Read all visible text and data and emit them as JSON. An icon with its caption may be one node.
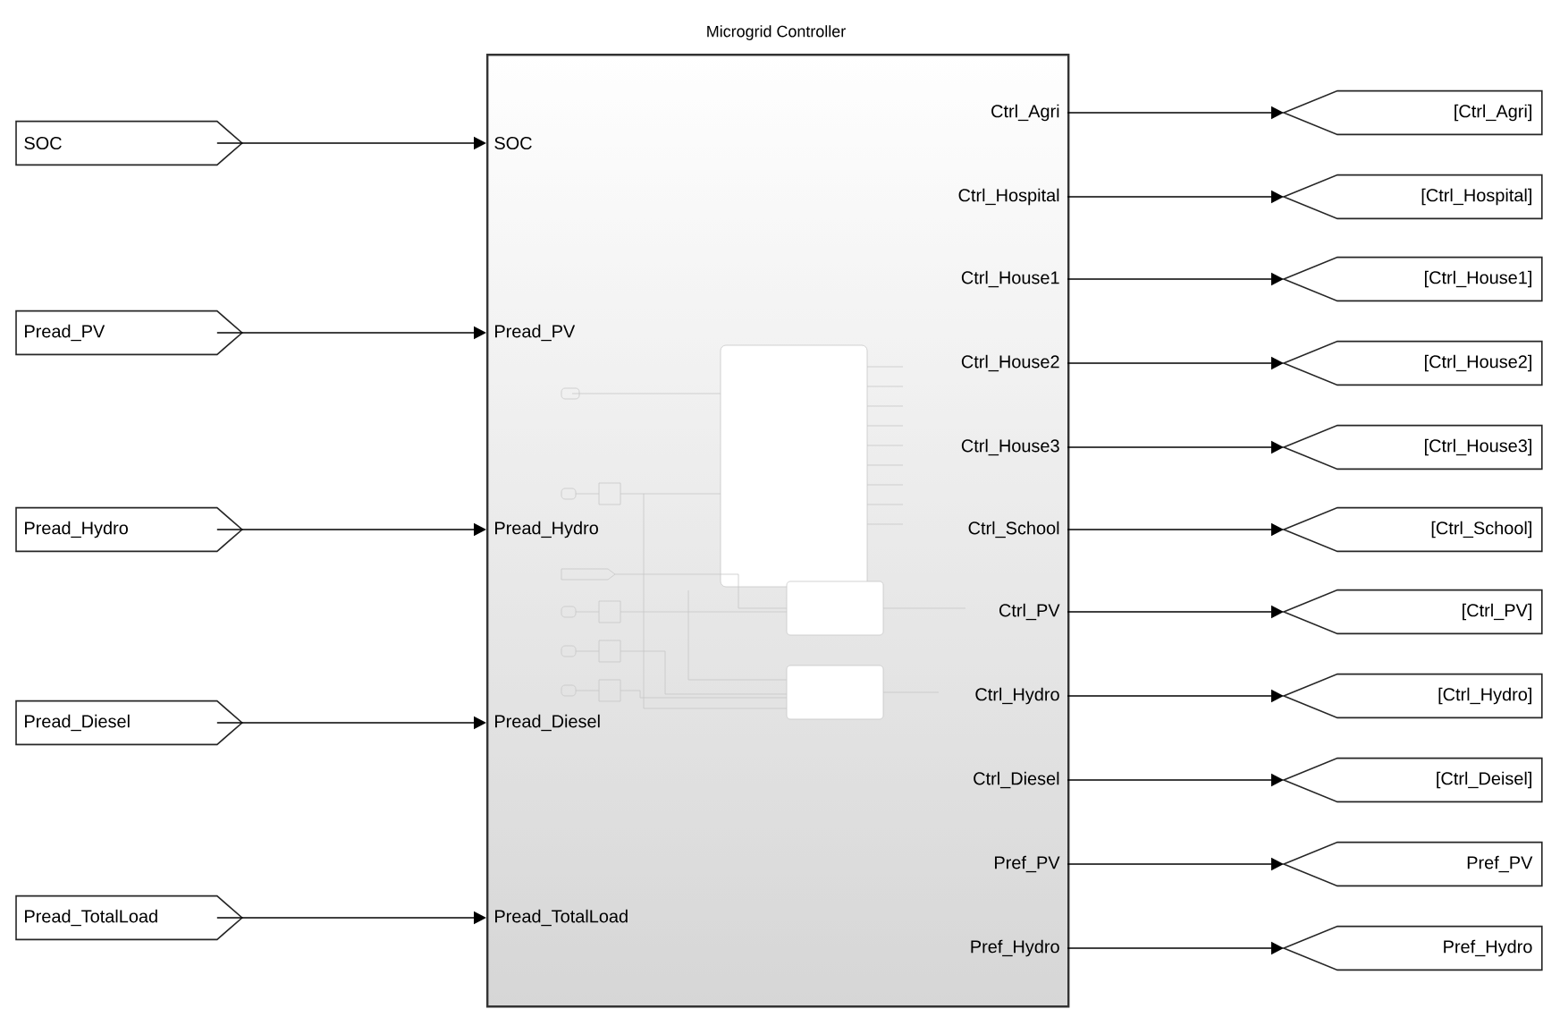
{
  "diagram": {
    "nodes": [
      {
        "text": [
          "Microgrid Controller"
        ]
      },
      {
        "text": [
          "SOC"
        ]
      },
      {
        "text": [
          "Pread_PV"
        ]
      },
      {
        "text": [
          "Pread_Hydro"
        ]
      },
      {
        "text": [
          "Pread_Diesel"
        ]
      },
      {
        "text": [
          "Pread_TotalLoad"
        ]
      },
      {
        "text": [
          "SOC"
        ],
        "in": 0
      },
      {
        "text": [
          "Pread_PV"
        ],
        "in": 0
      },
      {
        "text": [
          "Pread_Hydro"
        ],
        "in": 0
      },
      {
        "text": [
          "Pread_Diesel"
        ],
        "in": 0
      },
      {
        "text": [
          "Pread_TotalLoad"
        ],
        "in": 0
      },
      {
        "text": [
          "Ctrl_Agri"
        ],
        "in": 0
      },
      {
        "text": [
          "Ctrl_Hospital"
        ],
        "in": 0
      },
      {
        "text": [
          "Ctrl_House1"
        ],
        "in": 0
      },
      {
        "text": [
          "Ctrl_House2"
        ],
        "in": 0
      },
      {
        "text": [
          "Ctrl_House3"
        ],
        "in": 0
      },
      {
        "text": [
          "Ctrl_School"
        ],
        "in": 0
      },
      {
        "text": [
          "Ctrl_PV"
        ],
        "in": 0
      },
      {
        "text": [
          "Ctrl_Hydro"
        ],
        "in": 0
      },
      {
        "text": [
          "Ctrl_Diesel"
        ],
        "in": 0
      },
      {
        "text": [
          "Pref_PV"
        ],
        "in": 0
      },
      {
        "text": [
          "Pref_Hydro"
        ],
        "in": 0
      },
      {
        "text": [
          "[Ctrl_Agri]"
        ]
      },
      {
        "text": [
          "[Ctrl_Hospital]"
        ]
      },
      {
        "text": [
          "[Ctrl_House1]"
        ]
      },
      {
        "text": [
          "[Ctrl_House2]"
        ]
      },
      {
        "text": [
          "[Ctrl_House3]"
        ]
      },
      {
        "text": [
          "[Ctrl_School]"
        ]
      },
      {
        "text": [
          "[Ctrl_PV]"
        ]
      },
      {
        "text": [
          "[Ctrl_Hydro]"
        ]
      },
      {
        "text": [
          "[Ctrl_Deisel]"
        ]
      },
      {
        "text": [
          "Pref_PV"
        ]
      },
      {
        "text": [
          "Pref_Hydro"
        ]
      }
    ],
    "edges": [
      {
        "from": 1,
        "to": 6,
        "arrow": "to"
      },
      {
        "from": 2,
        "to": 7,
        "arrow": "to"
      },
      {
        "from": 3,
        "to": 8,
        "arrow": "to"
      },
      {
        "from": 4,
        "to": 9,
        "arrow": "to"
      },
      {
        "from": 5,
        "to": 10,
        "arrow": "to"
      },
      {
        "from": 11,
        "to": 22,
        "arrow": "to"
      },
      {
        "from": 12,
        "to": 23,
        "arrow": "to"
      },
      {
        "from": 13,
        "to": 24,
        "arrow": "to"
      },
      {
        "from": 14,
        "to": 25,
        "arrow": "to"
      },
      {
        "from": 15,
        "to": 26,
        "arrow": "to"
      },
      {
        "from": 16,
        "to": 27,
        "arrow": "to"
      },
      {
        "from": 17,
        "to": 28,
        "arrow": "to"
      },
      {
        "from": 18,
        "to": 29,
        "arrow": "to"
      },
      {
        "from": 19,
        "to": 30,
        "arrow": "to"
      },
      {
        "from": 20,
        "to": 31,
        "arrow": "to"
      },
      {
        "from": 21,
        "to": 32,
        "arrow": "to"
      }
    ]
  }
}
